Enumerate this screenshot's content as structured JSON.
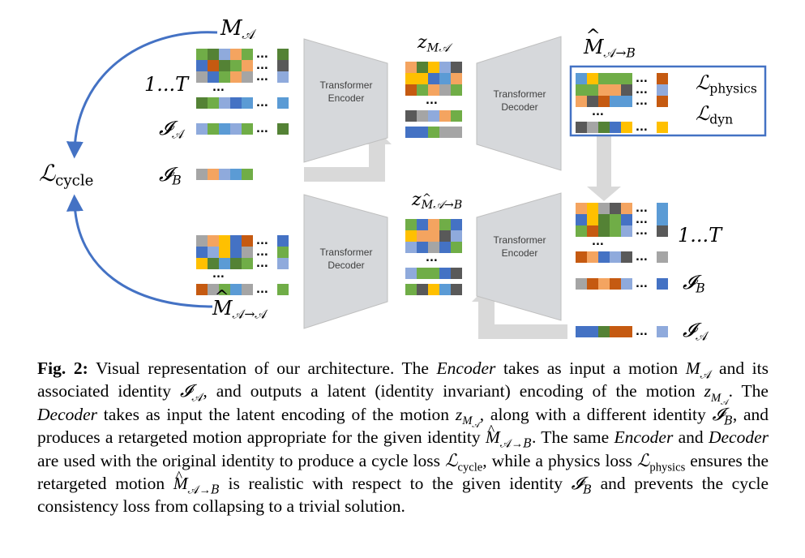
{
  "figure": {
    "labels": {
      "m_a": "M",
      "m_a_sub": "𝒜",
      "range_1": "1...T",
      "i_a_1": "𝓘",
      "i_a_1_sub": "𝒜",
      "i_b_1": "𝓘",
      "i_b_1_sub": "𝐵",
      "l_cycle": "ℒ",
      "l_cycle_sub": "cycle",
      "z_ma": "z",
      "z_ma_sub": "M𝒜",
      "m_ab": "M",
      "m_ab_sub": "𝒜→𝐵",
      "l_physics": "ℒ",
      "l_physics_sub": "physics",
      "l_dyn": "ℒ",
      "l_dyn_sub": "dyn",
      "z_mab": "z",
      "z_mab_sub": "M𝒜→𝐵",
      "range_2": "1...T",
      "i_b_2": "𝓘",
      "i_b_2_sub": "𝐵",
      "i_a_2": "𝓘",
      "i_a_2_sub": "𝒜",
      "m_aa": "M",
      "m_aa_sub": "𝒜→𝒜"
    },
    "blocks": {
      "encoder_top": "Transformer Encoder",
      "decoder_top": "Transformer Decoder",
      "decoder_bottom": "Transformer Decoder",
      "encoder_bottom": "Transformer Encoder"
    },
    "ellipsis": "...",
    "colors": {
      "blue": "#4472C4",
      "lightblue": "#8FAADC",
      "orange": "#F4A460",
      "yellow": "#FFC000",
      "green": "#70AD47",
      "darkgreen": "#548235",
      "gray": "#A5A5A5",
      "darkgray": "#595959",
      "rust": "#C55A11",
      "pink": "#F8CBAD",
      "lightgray": "#D9D9D9",
      "midblue": "#5B9BD5",
      "block": "#D6D8DB",
      "arrow_gray": "#D9D9D9",
      "arrow_blue": "#4472C4"
    }
  },
  "caption": {
    "fig_label": "Fig. 2:",
    "p1": " Visual representation of our architecture. The ",
    "encoder": "Encoder",
    "p2": " takes as input a motion ",
    "p3": " and its associated identity ",
    "p4": ", and outputs a latent (identity invariant) encoding of the motion ",
    "p5": ". The ",
    "decoder": "Decoder",
    "p6": " takes as input the latent encoding of the motion ",
    "p7": ", along with a different identity ",
    "p8": ", and produces a retargeted motion appropriate for the given identity ",
    "p9": ". The same ",
    "encoder2": "Encoder",
    "and": " and ",
    "decoder2": "Decoder",
    "p10": " are used with the original identity to produce a cycle loss ",
    "p11": ", while a physics loss ",
    "p12": " ensures the retargeted motion ",
    "p13": " is realistic with respect to the given identity ",
    "p14": " and prevents the cycle consistency loss from collapsing to a trivial solution.",
    "math": {
      "M": "M",
      "A": "𝒜",
      "B": "𝐵",
      "I": "𝓘",
      "z": "z",
      "L": "ℒ",
      "arrow": "→",
      "cycle": "cycle",
      "physics": "physics"
    }
  }
}
